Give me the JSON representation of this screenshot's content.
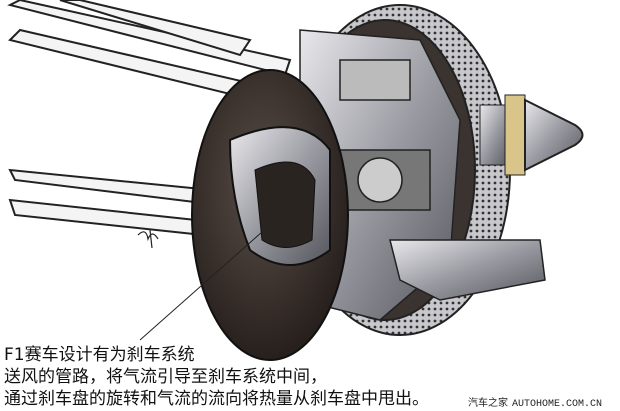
{
  "caption": {
    "line1": "F1赛车设计有为刹车系统",
    "line2": "送风的管路，将气流引导至刹车系统中间，",
    "line3": "通过刹车盘的旋转和气流的流向将热量从刹车盘中甩出。"
  },
  "watermark": {
    "brand": "汽车之家",
    "site": "AUTOHOME.COM.CN"
  },
  "colors": {
    "duct": "#2e2622",
    "metal": "#9a9aa0",
    "accent": "#d9c58a"
  }
}
